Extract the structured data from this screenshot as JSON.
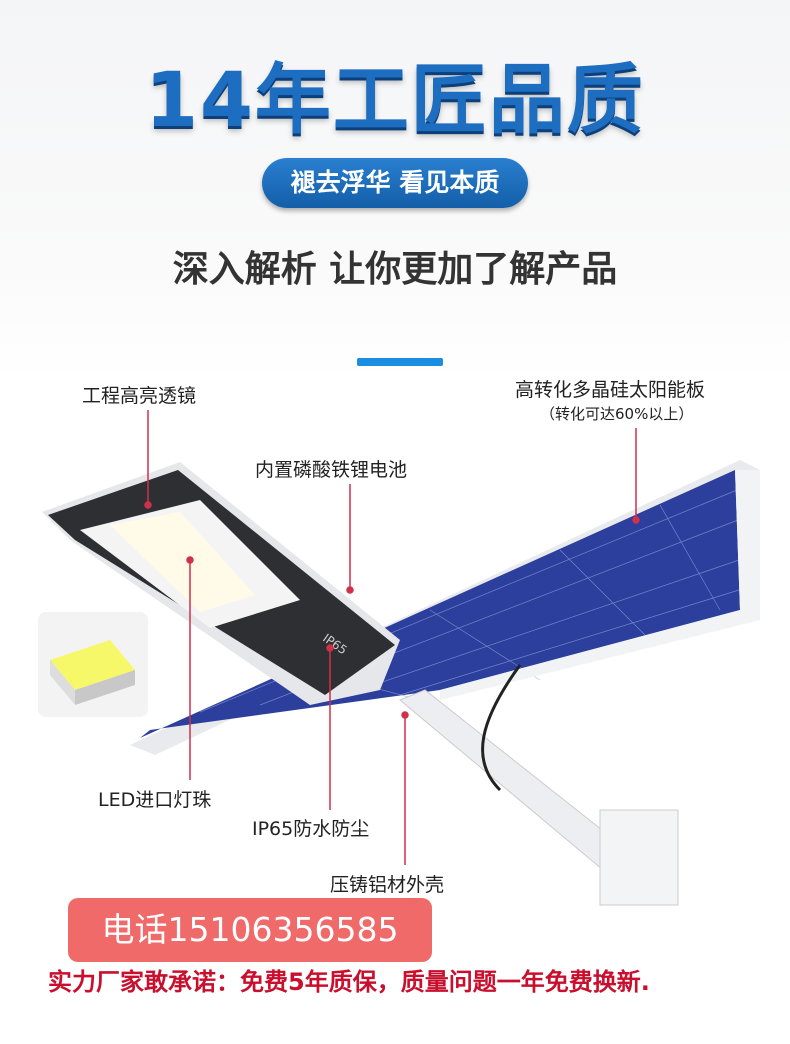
{
  "header": {
    "title": "14年工匠品质",
    "pill": "褪去浮华  看见本质",
    "subtitle": "深入解析 让你更加了解产品"
  },
  "labels": {
    "lens": "工程高亮透镜",
    "panel": "高转化多晶硅太阳能板",
    "panel_note": "（转化可达60%以上）",
    "battery": "内置磷酸铁锂电池",
    "led": "LED进口灯珠",
    "ip65": "IP65防水防尘",
    "shell": "压铸铝材外壳",
    "lamp_mark": "IP65"
  },
  "footer": {
    "phone": "电话15106356585",
    "promise": "实力厂家敢承诺：免费5年质保，质量问题一年免费换新."
  },
  "colors": {
    "brand_blue": "#1d6dc0",
    "phone_bg": "#f06a6a",
    "promise_red": "#c8102e",
    "pointer": "#d0304a"
  }
}
